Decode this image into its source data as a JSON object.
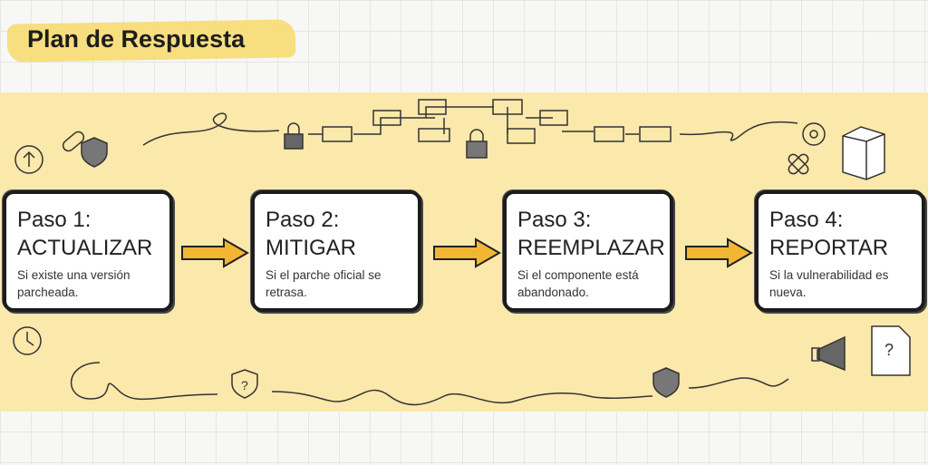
{
  "title": "Plan de Respuesta",
  "steps": [
    {
      "step": "Paso 1:",
      "action": "ACTUALIZAR",
      "desc": "Si existe una versión parcheada."
    },
    {
      "step": "Paso 2:",
      "action": "MITIGAR",
      "desc": "Si el parche oficial se retrasa."
    },
    {
      "step": "Paso 3:",
      "action": "REEMPLAZAR",
      "desc": "Si el componente está abandonado."
    },
    {
      "step": "Paso 4:",
      "action": "REPORTAR",
      "desc": "Si la vulnerabilidad es nueva."
    }
  ],
  "colors": {
    "band": "#fbe8ab",
    "arrow": "#f2b632",
    "highlight": "#f7d96a"
  }
}
